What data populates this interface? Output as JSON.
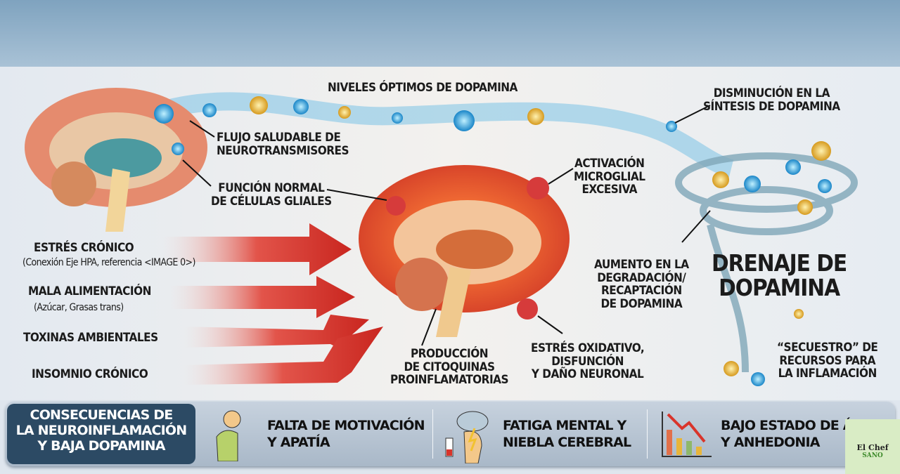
{
  "labels": {
    "optimal": "NIVELES ÓPTIMOS DE DOPAMINA",
    "flow": [
      "FLUJO SALUDABLE DE",
      "NEUROTRANSMISORES"
    ],
    "glial": [
      "FUNCIÓN NORMAL",
      "DE CÉLULAS GLIALES"
    ],
    "synthesis": [
      "DISMINUCIÓN EN LA",
      "SÍNTESIS DE DOPAMINA"
    ],
    "microglia": [
      "ACTIVACIÓN",
      "MICROGLIAL",
      "EXCESIVA"
    ],
    "degradation": [
      "AUMENTO EN LA",
      "DEGRADACIÓN/",
      "RECAPTACIÓN",
      "DE DOPAMINA"
    ],
    "drain": [
      "DRENAJE DE",
      "DOPAMINA"
    ],
    "cytokines": [
      "PRODUCCIÓN",
      "DE CITOQUINAS",
      "PROINFLAMATORIAS"
    ],
    "oxidative": [
      "ESTRÉS OXIDATIVO,",
      "DISFUNCIÓN",
      "Y DAÑO NEURONAL"
    ],
    "hijack": [
      "“SECUESTRO” DE",
      "RECURSOS PARA",
      "LA INFLAMACIÓN"
    ]
  },
  "causes": [
    {
      "title": "ESTRÉS CRÓNICO",
      "sub": "(Conexión Eje HPA, referencia <IMAGE 0>)"
    },
    {
      "title": "MALA ALIMENTACIÓN",
      "sub": "(Azúcar, Grasas trans)"
    },
    {
      "title": "TOXINAS AMBIENTALES",
      "sub": ""
    },
    {
      "title": "INSOMNIO CRÓNICO",
      "sub": ""
    }
  ],
  "consequences": {
    "title": [
      "CONSECUENCIAS DE",
      "LA NEUROINFLAMACIÓN",
      "Y BAJA DOPAMINA"
    ],
    "items": [
      {
        "icon": "tired-person-icon",
        "lines": [
          "FALTA DE MOTIVACIÓN",
          "Y APATÍA"
        ]
      },
      {
        "icon": "storm-cloud-head-icon",
        "lines": [
          "FATIGA MENTAL Y",
          "NIEBLA CEREBRAL"
        ]
      },
      {
        "icon": "declining-chart-icon",
        "lines": [
          "BAJO ESTADO DE Á",
          "Y ANHEDONIA"
        ]
      }
    ]
  },
  "logo": {
    "name": "El Chef",
    "sub": "SANO"
  },
  "colors": {
    "arrow": "#d9342b",
    "brain": "#e9623b",
    "stream": "#3a9fd1",
    "dopamine": "#e8b53a",
    "bar": "#2c4a64"
  }
}
